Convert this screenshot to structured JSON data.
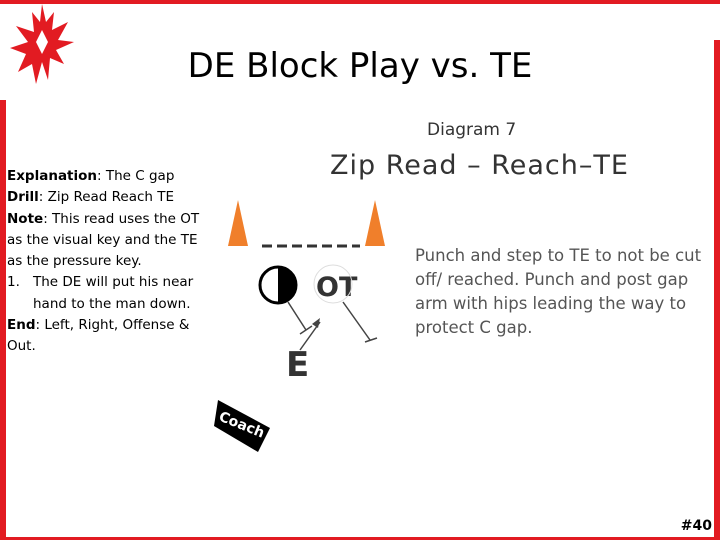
{
  "slide": {
    "title": "DE Block Play vs. TE",
    "page_number": "#40"
  },
  "diagram": {
    "number_label": "Diagram 7",
    "title": "Zip Read – Reach–TE",
    "player_ot": "OT",
    "player_e": "E",
    "description": "Punch and step to TE to not be cut off/ reached.  Punch and post gap arm with hips leading the way to protect C gap.",
    "colors": {
      "cone": "#f07f2b",
      "accent": "#e21b22"
    }
  },
  "explanation": {
    "explanation_label": "Explanation",
    "explanation_text": ": The C gap",
    "drill_label": "Drill",
    "drill_text": ": Zip Read Reach TE",
    "note_label": "Note",
    "note_text": ": This read uses the OT as the visual key and the TE as the pressure key.",
    "list_marker": "1.",
    "list_item": "The DE will put his near hand to the man down.",
    "end_label": "End",
    "end_text": ": Left, Right, Offense & Out."
  },
  "coach_stamp": "Coach"
}
